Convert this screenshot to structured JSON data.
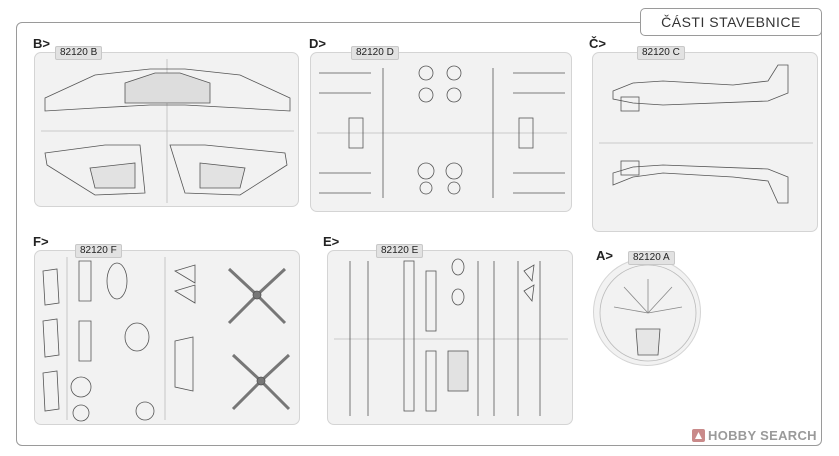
{
  "header": {
    "title": "ČÁSTI STAVEBNICE"
  },
  "sprues": {
    "b": {
      "letter": "B>",
      "code": "82120 B"
    },
    "d": {
      "letter": "D>",
      "code": "82120 D"
    },
    "c": {
      "letter": "Č>",
      "code": "82120 C"
    },
    "f": {
      "letter": "F>",
      "code": "82120 F"
    },
    "e": {
      "letter": "E>",
      "code": "82120 E"
    },
    "a": {
      "letter": "A>",
      "code": "82120 A"
    }
  },
  "watermark": {
    "text": "HOBBY SEARCH",
    "icon": "hobbysearch-logo-icon"
  },
  "colors": {
    "line": "#555555",
    "sprue_fill": "#f2f2f2",
    "frame": "#9a9a9a"
  }
}
